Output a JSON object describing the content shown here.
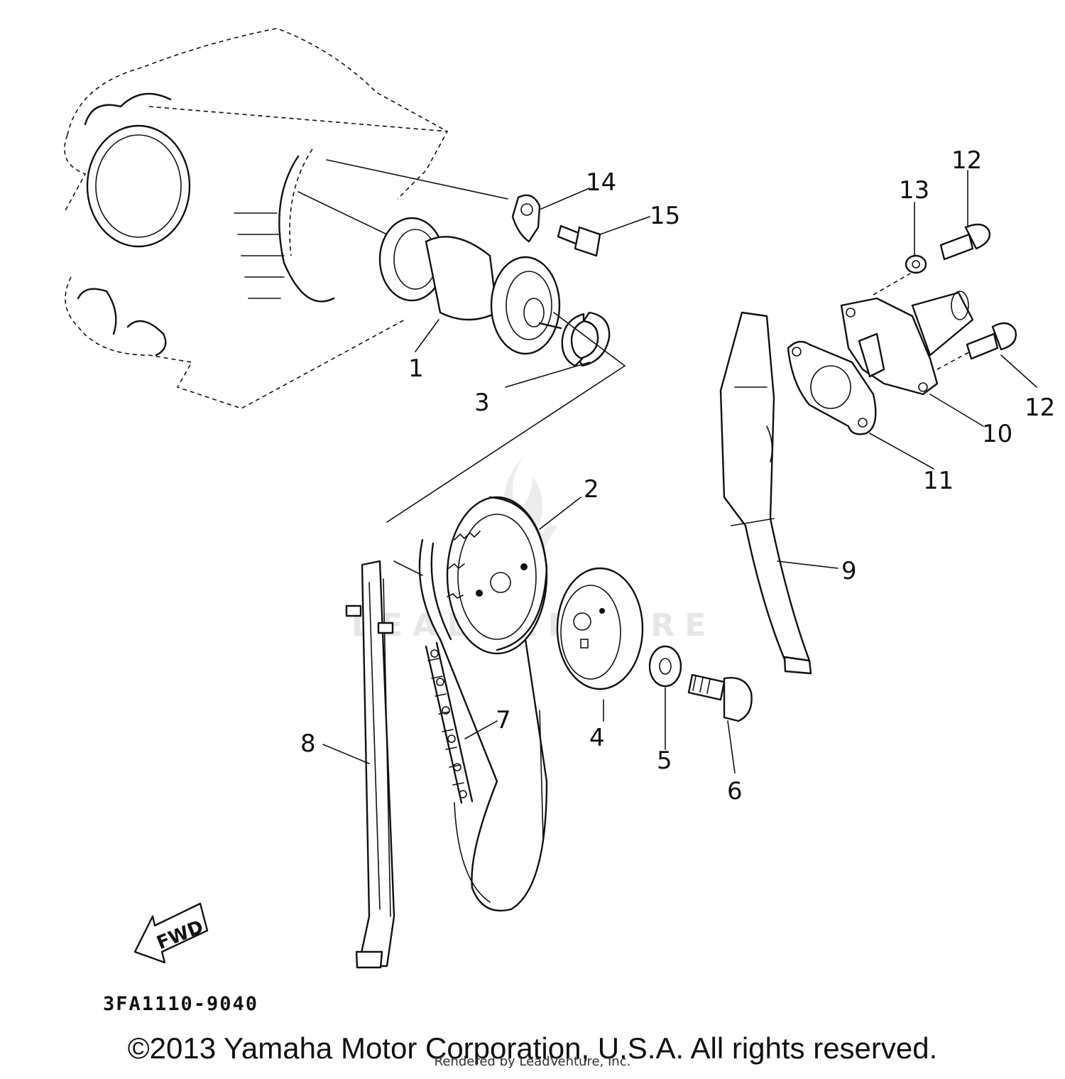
{
  "diagram": {
    "callouts": {
      "c1": "1",
      "c2": "2",
      "c3": "3",
      "c4": "4",
      "c5": "5",
      "c6": "6",
      "c7": "7",
      "c8": "8",
      "c9": "9",
      "c10": "10",
      "c11": "11",
      "c12a": "12",
      "c12b": "12",
      "c13": "13",
      "c14": "14",
      "c15": "15"
    },
    "fwd_label": "FWD",
    "part_code": "3FA1110-9040",
    "watermark": "LEADVENTURE"
  },
  "footer": {
    "copyright": "©2013 Yamaha Motor Corporation, U.S.A. All rights reserved.",
    "rendered_by": "Rendered by LeadVenture, Inc."
  }
}
